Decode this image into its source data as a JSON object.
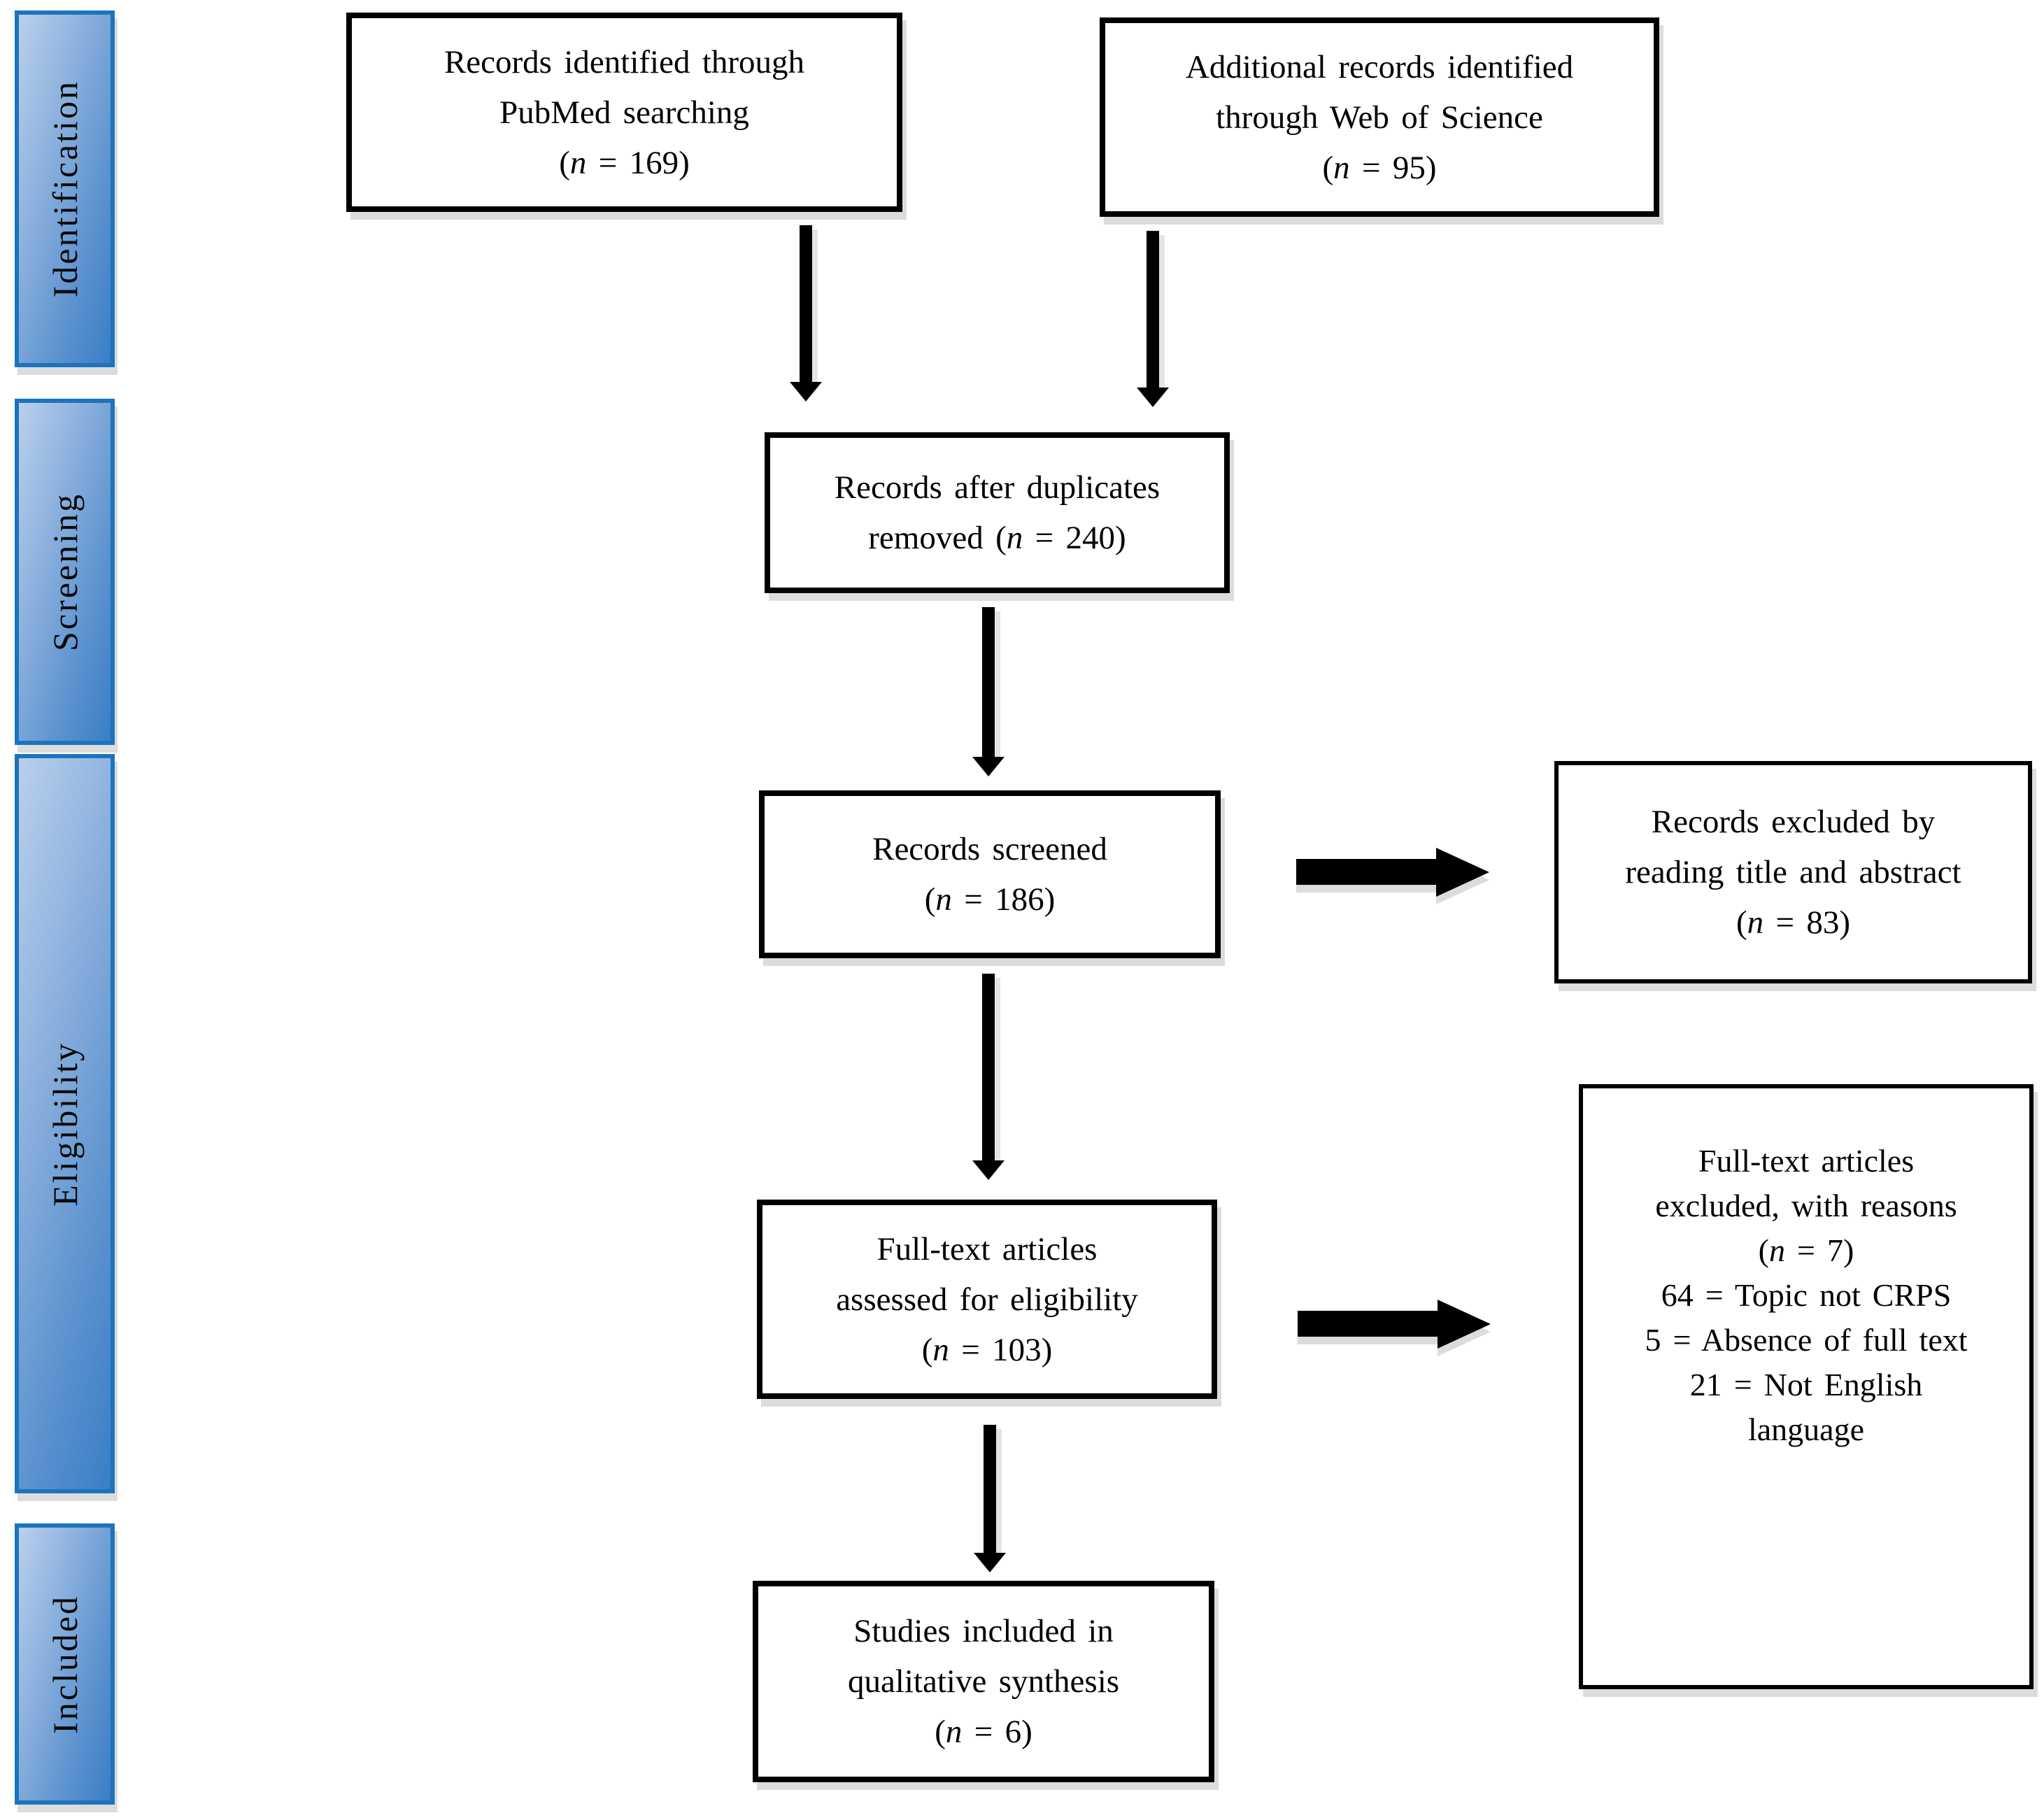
{
  "figure": {
    "type": "prisma-flow-diagram",
    "background": "#ffffff"
  },
  "colors": {
    "stage_fill_light": "#b9d0ec",
    "stage_fill_dark": "#3a7ec6",
    "stage_border": "#1b74bd",
    "box_border": "#000000",
    "arrow": "#000000",
    "shadow": "#dcdcdc",
    "text": "#000000"
  },
  "sidebar": {
    "stages": [
      {
        "label": "Identification"
      },
      {
        "label": "Screening"
      },
      {
        "label": "Eligibility"
      },
      {
        "label": "Included"
      }
    ]
  },
  "flow": {
    "identified_pubmed": {
      "lines": [
        "Records identified through",
        "PubMed searching",
        "(n = 169)"
      ],
      "count": 169
    },
    "identified_wos": {
      "lines": [
        "Additional records identified",
        "through Web of Science",
        "(n = 95)"
      ],
      "count": 95
    },
    "after_duplicates": {
      "lines": [
        "Records after duplicates",
        "removed (n = 240)"
      ],
      "count": 240
    },
    "screened": {
      "lines": [
        "Records screened",
        "(n = 186)"
      ],
      "count": 186
    },
    "excluded_title_abstract": {
      "lines": [
        "Records excluded by",
        "reading title and abstract",
        "(n = 83)"
      ],
      "count": 83
    },
    "fulltext_assessed": {
      "lines": [
        "Full-text articles",
        "assessed for eligibility",
        "(n = 103)"
      ],
      "count": 103
    },
    "fulltext_excluded": {
      "lines": [
        "Full-text articles",
        "excluded, with reasons",
        "(n = 7)",
        "64 = Topic not CRPS",
        "5 = Absence of full text",
        "21 = Not English",
        "language"
      ],
      "count": 7
    },
    "included_qualitative": {
      "lines": [
        "Studies included in",
        "qualitative synthesis",
        "(n = 6)"
      ],
      "count": 6
    }
  }
}
